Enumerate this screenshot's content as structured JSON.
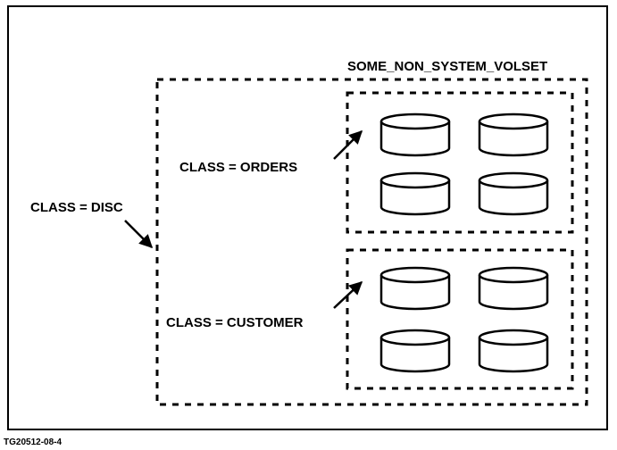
{
  "volset_label": "SOME_NON_SYSTEM_VOLSET",
  "class_disc_label": "CLASS = DISC",
  "class_orders_label": "CLASS = ORDERS",
  "class_customer_label": "CLASS = CUSTOMER",
  "figure_id": "TG20512-08-4",
  "colors": {
    "ink": "#000000",
    "background": "#ffffff"
  },
  "groups": [
    {
      "name": "orders",
      "disk_count": 4
    },
    {
      "name": "customer",
      "disk_count": 4
    }
  ]
}
